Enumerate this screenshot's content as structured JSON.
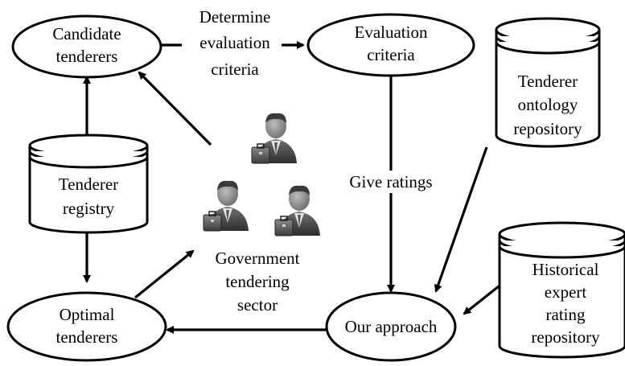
{
  "nodes": {
    "candidate_tenderers": [
      "Candidate",
      "tenderers"
    ],
    "evaluation_criteria": [
      "Evaluation",
      "criteria"
    ],
    "tenderer_ontology_repository": [
      "Tenderer",
      "ontology",
      "repository"
    ],
    "tenderer_registry": [
      "Tenderer",
      "registry"
    ],
    "historical_expert_rating_repository": [
      "Historical",
      "expert",
      "rating",
      "repository"
    ],
    "optimal_tenderers": [
      "Optimal",
      "tenderers"
    ],
    "our_approach": [
      "Our approach"
    ],
    "government_tendering_sector": [
      "Government",
      "tendering",
      "sector"
    ]
  },
  "edge_labels": {
    "determine_evaluation_criteria": [
      "Determine",
      "evaluation",
      "criteria"
    ],
    "give_ratings": [
      "Give ratings"
    ]
  },
  "icons": {
    "government_people": "businessman-with-briefcase-icon"
  }
}
